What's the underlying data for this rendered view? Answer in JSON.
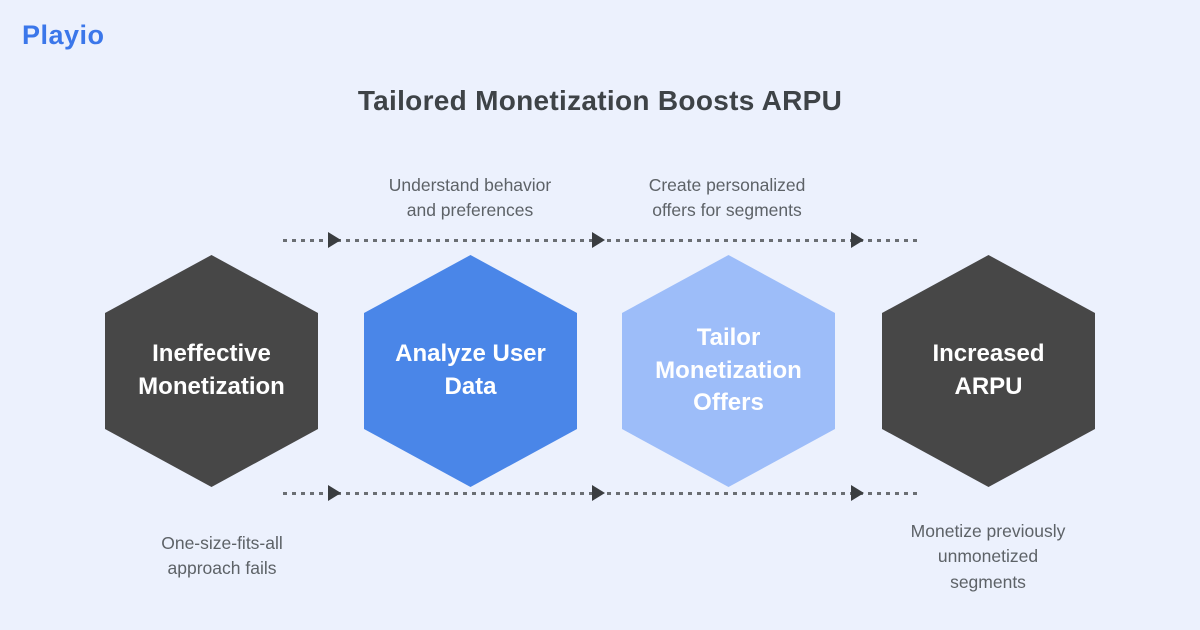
{
  "page": {
    "background": "#ecf1fd"
  },
  "logo": {
    "text": "Playio",
    "color": "#3b77ea"
  },
  "title": {
    "text": "Tailored Monetization Boosts ARPU",
    "color": "#3e4347"
  },
  "flow": {
    "top_labels": [
      {
        "label": "Understand behavior and preferences",
        "lines": [
          "Understand behavior",
          "and preferences"
        ]
      },
      {
        "label": "Create personalized offers for segments",
        "lines": [
          "Create personalized",
          "offers for segments"
        ]
      }
    ],
    "steps": [
      {
        "label": "Ineffective Monetization",
        "lines": [
          "Ineffective",
          "Monetization"
        ],
        "color": "#474747",
        "text_color": "#ffffff"
      },
      {
        "label": "Analyze User Data",
        "lines": [
          "Analyze User",
          "Data"
        ],
        "color": "#4a86e8",
        "text_color": "#ffffff"
      },
      {
        "label": "Tailor Monetization Offers",
        "lines": [
          "Tailor",
          "Monetization",
          "Offers"
        ],
        "color": "#9dbdf9",
        "text_color": "#ffffff"
      },
      {
        "label": "Increased ARPU",
        "lines": [
          "Increased",
          "ARPU"
        ],
        "color": "#474747",
        "text_color": "#ffffff"
      }
    ],
    "bottom_labels": [
      {
        "label": "One-size-fits-all approach fails",
        "lines": [
          "One-size-fits-all",
          "approach fails"
        ]
      },
      {
        "label": "Monetize previously unmonetized segments",
        "lines": [
          "Monetize previously",
          "unmonetized",
          "segments"
        ]
      }
    ],
    "arrow_color": "#3a3d40",
    "dot_color": "#6a6e73"
  }
}
